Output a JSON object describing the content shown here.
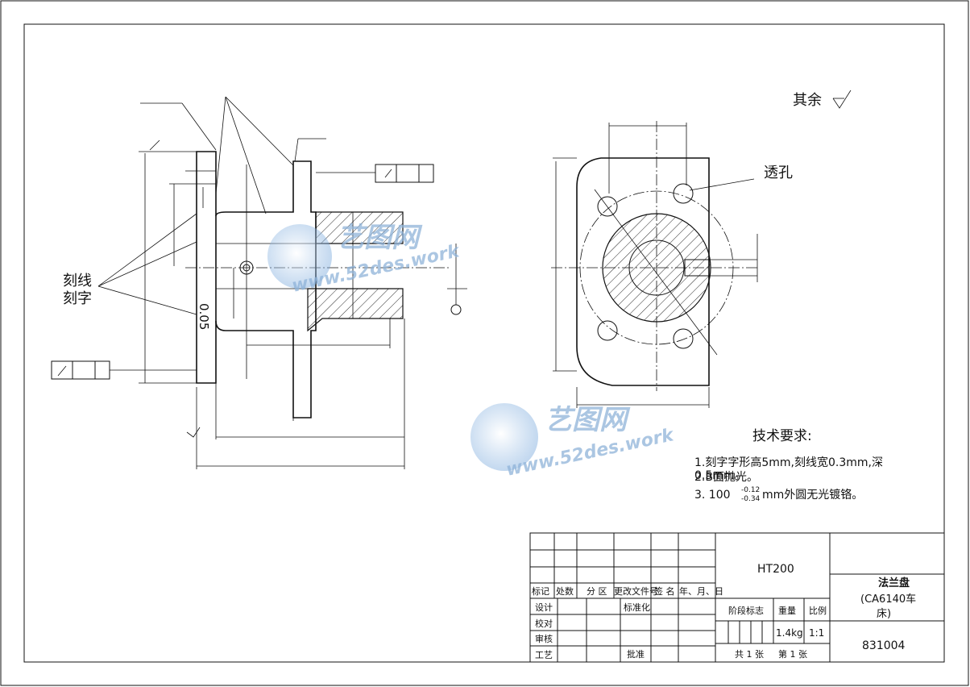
{
  "annotations": {
    "remaining_roughness": "其余",
    "through_hole": "透孔",
    "engraved_line": "刻线",
    "engraved_text": "刻字",
    "dial_label": "0.05"
  },
  "tech_requirements": {
    "title": "技术要求:",
    "items": [
      "1.刻字字形高5mm,刻线宽0.3mm,深",
      "0.5mm。",
      "2.B面抛光。",
      "3. 100",
      "mm外圆无光镀铬。"
    ],
    "tolerance_upper": "-0.12",
    "tolerance_lower": "-0.34"
  },
  "title_block": {
    "material": "HT200",
    "part_name": "法兰盘",
    "part_name_note": "(CA6140车",
    "part_name_note2": "床)",
    "drawing_number": "831004",
    "weight": "1.4kg",
    "scale": "1:1",
    "stage_label": "阶段标志",
    "weight_label": "重量",
    "scale_label": "比例",
    "sheets": "共 1 张",
    "sheet_no": "第 1 张",
    "rev_headers": [
      "标记",
      "处数",
      "分 区",
      "更改文件号",
      "签 名",
      "年、月、日"
    ],
    "roles": [
      "设计",
      "校对",
      "审核",
      "工艺"
    ],
    "standardization": "标准化",
    "approve": "批准"
  },
  "watermark": {
    "brand": "艺图网",
    "url": "www.52des.work"
  }
}
